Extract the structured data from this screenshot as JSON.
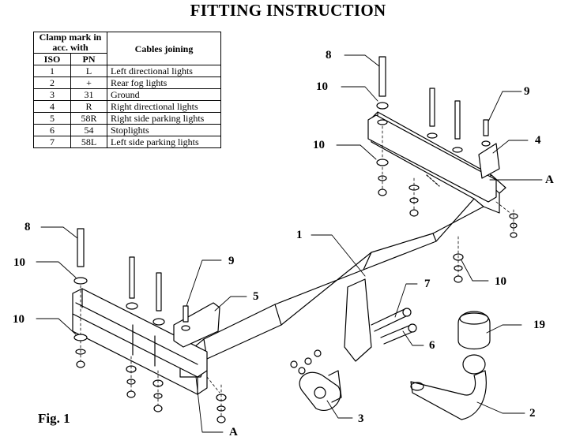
{
  "title": "FITTING INSTRUCTION",
  "table": {
    "header_clamp": "Clamp mark in acc. with",
    "header_cables": "Cables joining",
    "col_iso": "ISO",
    "col_pn": "PN",
    "rows": [
      {
        "iso": "1",
        "pn": "L",
        "cable": "Left directional lights"
      },
      {
        "iso": "2",
        "pn": "+",
        "cable": "Rear fog lights"
      },
      {
        "iso": "3",
        "pn": "31",
        "cable": "Ground"
      },
      {
        "iso": "4",
        "pn": "R",
        "cable": "Right directional lights"
      },
      {
        "iso": "5",
        "pn": "58R",
        "cable": "Right side parking lights"
      },
      {
        "iso": "6",
        "pn": "54",
        "cable": "Stoplights"
      },
      {
        "iso": "7",
        "pn": "58L",
        "cable": "Left side parking lights"
      }
    ]
  },
  "callouts": {
    "c8_top": "8",
    "c10_top": "10",
    "c9_top": "9",
    "c10_right": "10",
    "c4": "4",
    "a_right": "A",
    "c1": "1",
    "c8_left": "8",
    "c10_left_a": "10",
    "c9_left": "9",
    "c5": "5",
    "c10_left_b": "10",
    "c10_mid": "10",
    "c7": "7",
    "c19": "19",
    "c6": "6",
    "c3": "3",
    "c2": "2",
    "a_bottom": "A"
  },
  "figure_label": "Fig. 1"
}
